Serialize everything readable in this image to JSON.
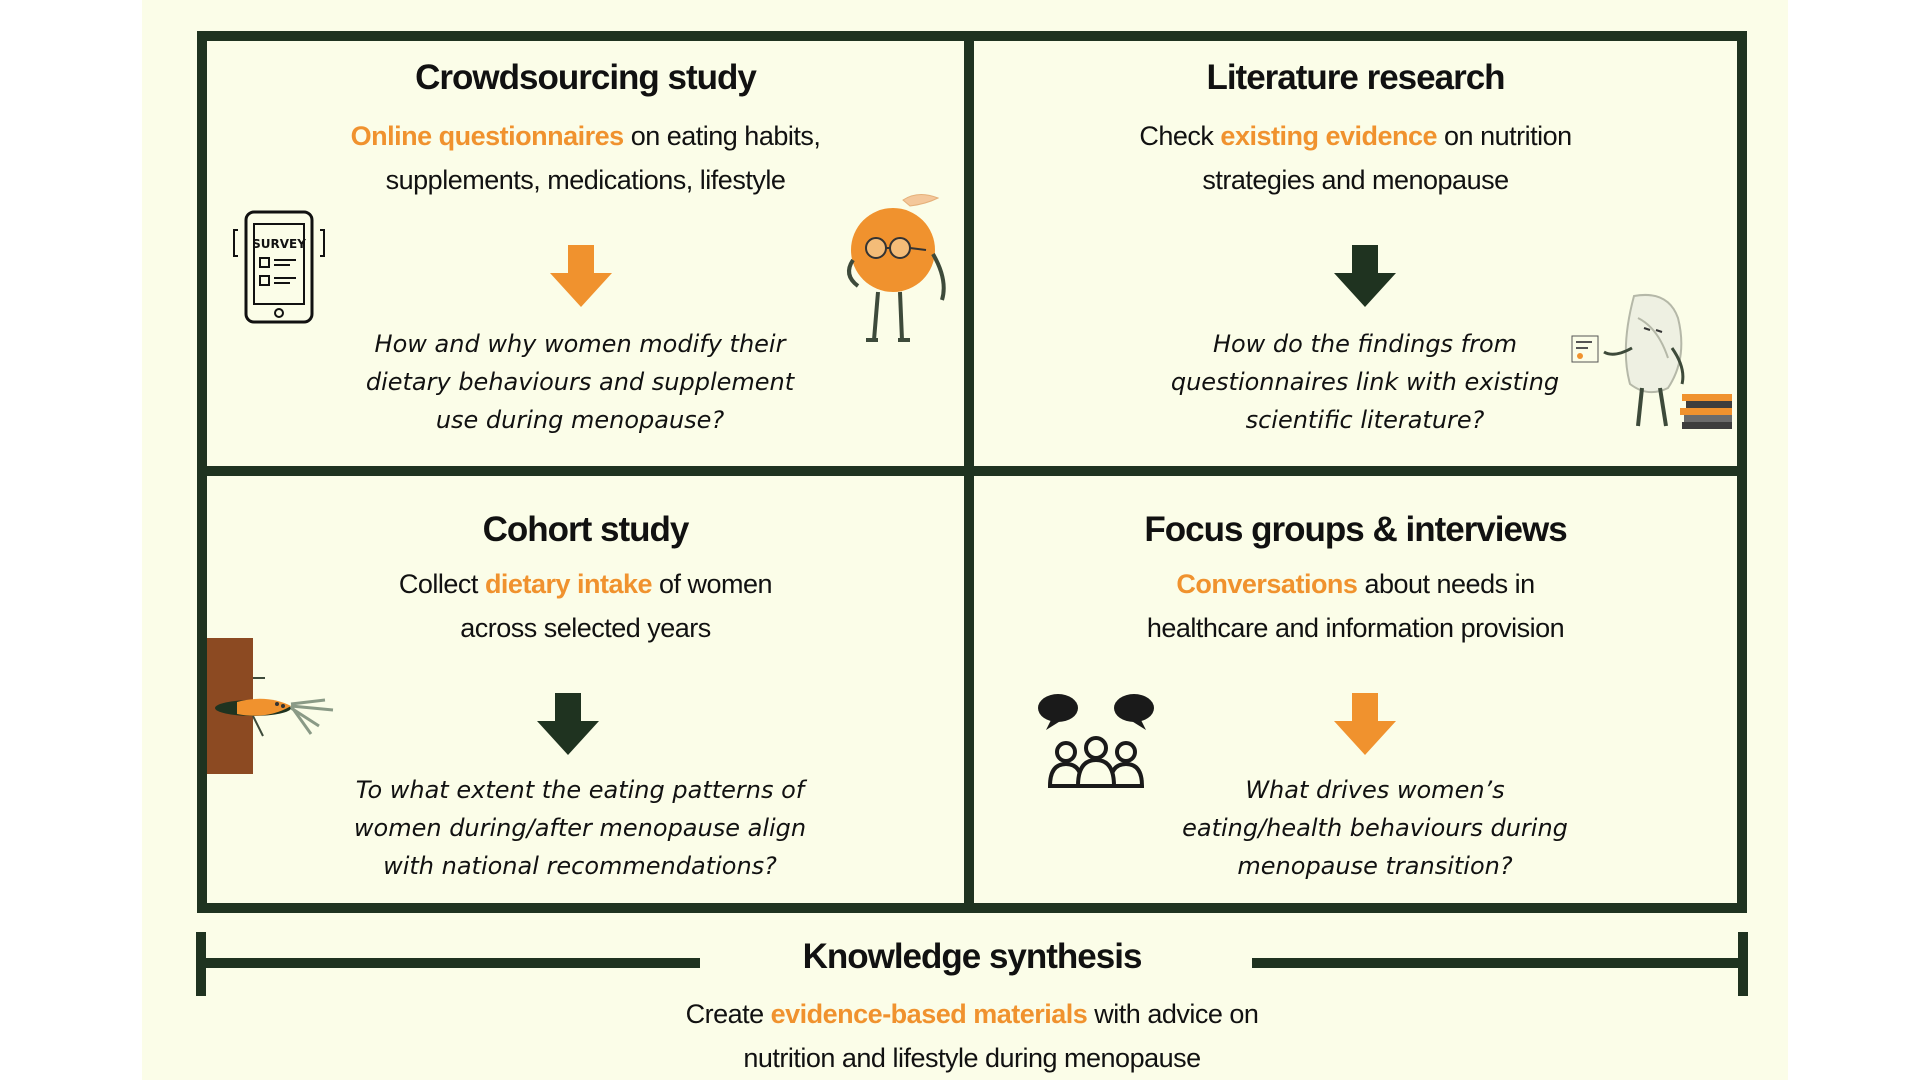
{
  "crowdsourcing": {
    "title": "Crowdsourcing study",
    "desc_highlight": "Online questionnaires",
    "desc_rest": " on eating habits,",
    "desc_line2": "supplements, medications, lifestyle",
    "question_lines": [
      "How and why women modify their",
      "dietary behaviours and supplement",
      "use during menopause?"
    ],
    "survey_label": "SURVEY"
  },
  "literature": {
    "title": "Literature research",
    "desc_pre": "Check ",
    "desc_highlight": "existing evidence",
    "desc_rest": " on nutrition",
    "desc_line2": "strategies and menopause",
    "question_lines": [
      "How do the findings from",
      "questionnaires link with existing",
      "scientific literature?"
    ]
  },
  "cohort": {
    "title": "Cohort study",
    "desc_pre": "Collect ",
    "desc_highlight": "dietary intake",
    "desc_rest": " of women",
    "desc_line2": "across selected years",
    "question_lines": [
      "To what extent the eating patterns of",
      "women during/after menopause align",
      "with national recommendations?"
    ]
  },
  "focus": {
    "title": "Focus groups & interviews",
    "desc_highlight": "Conversations",
    "desc_rest": " about  needs in",
    "desc_line2": "healthcare and information provision",
    "question_lines": [
      "What drives women’s",
      "eating/health behaviours during",
      "menopause transition?"
    ]
  },
  "synthesis": {
    "title": "Knowledge synthesis",
    "desc_pre": "Create ",
    "desc_highlight": "evidence-based materials",
    "desc_rest": " with advice on",
    "desc_line2": "nutrition and lifestyle during menopause"
  },
  "colors": {
    "frame": "#1f3320",
    "orange": "#f0922e",
    "background": "#fbfde8"
  }
}
